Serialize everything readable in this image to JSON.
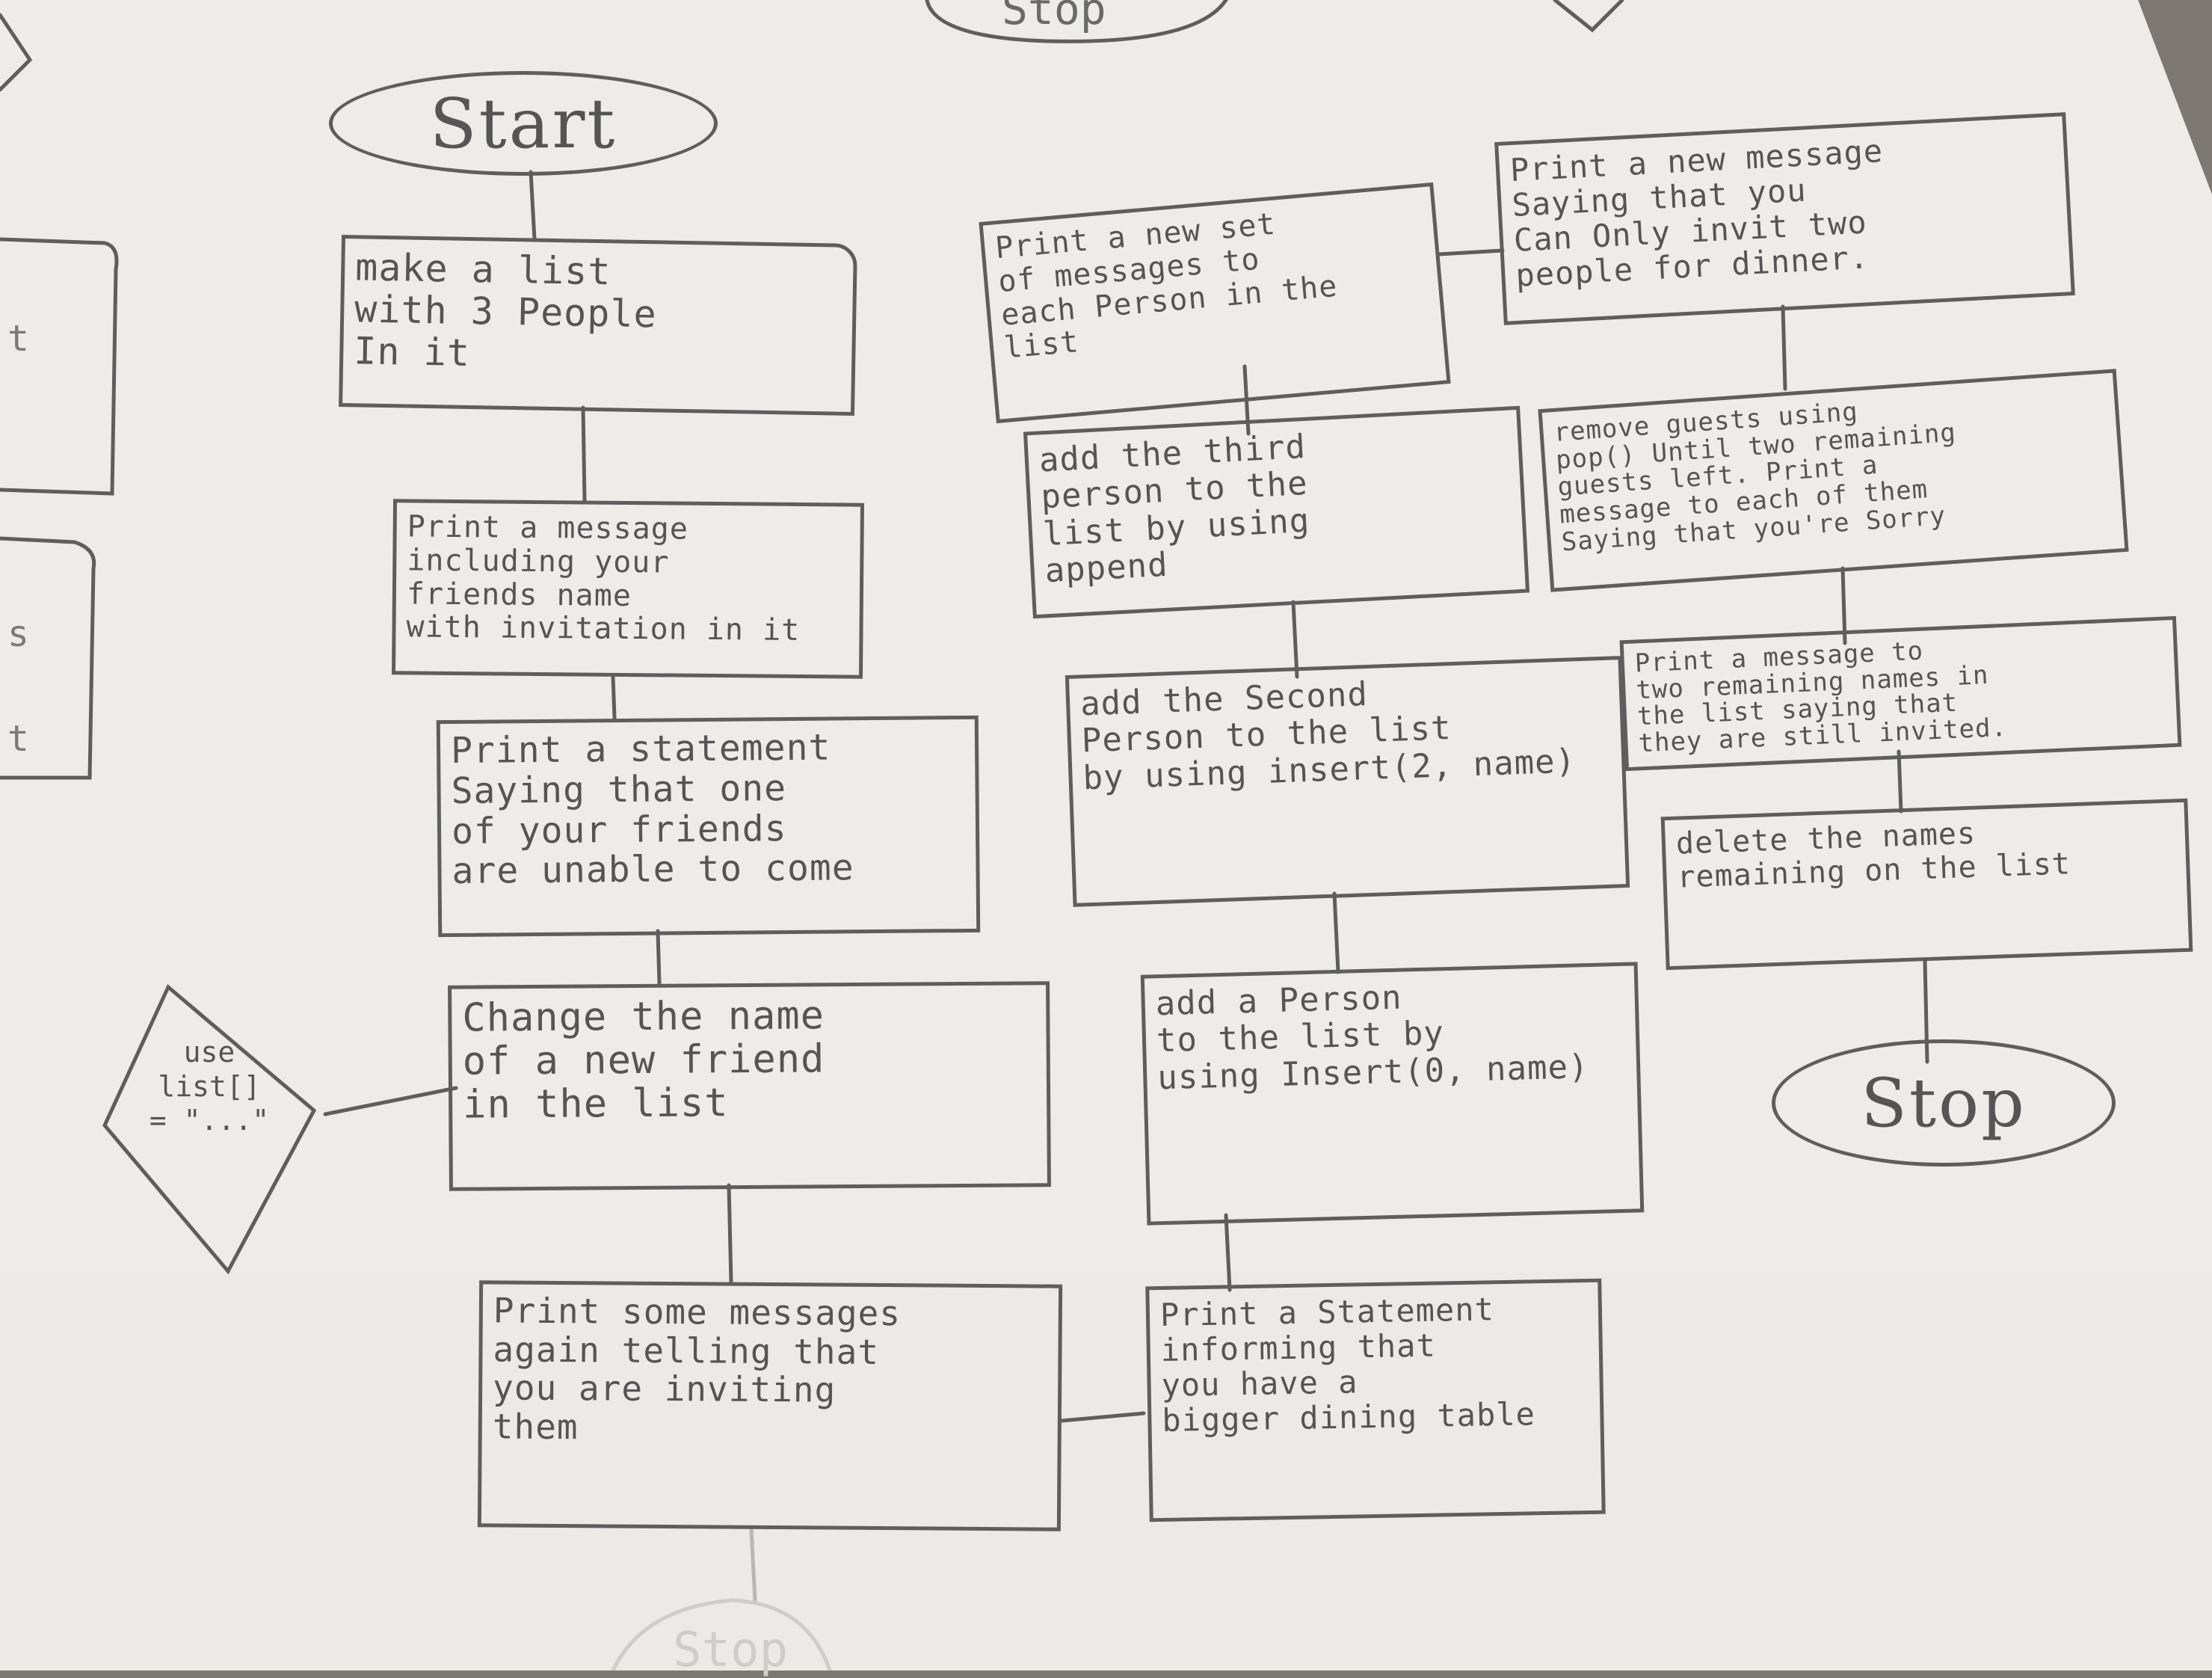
{
  "diagram": {
    "left_column": {
      "start": "Start",
      "steps": [
        "make a list\nwith 3 People\nIn it",
        "Print a message\nincluding your\nfriends name\nwith invitation in it",
        "Print a statement\nSaying that one\nof your friends\nare unable to come",
        "Change the name\nof a new friend\nin the list",
        "Print some messages\nagain telling that\nyou are inviting\nthem"
      ],
      "decision": "use\nlist[]\n= \"...\""
    },
    "middle_column": {
      "steps": [
        "Print a new set\nof messages to\neach Person in the\nlist",
        "add the third\nperson to the\nlist by using\nappend",
        "add the Second\nPerson to the list\nby using insert(2, name)",
        "add a Person\nto the list by\nusing Insert(0, name)",
        "Print a Statement\ninforming that\nyou have a\nbigger dining table"
      ]
    },
    "right_column": {
      "steps": [
        "Print a new message\nSaying that you\nCan Only invit two\npeople for dinner.",
        "remove guests using\npop() Until two remaining\nguests left. Print a\nmessage to each of them\nSaying that you're Sorry",
        "Print a message to\ntwo remaining names in\nthe list saying that\nthey are still invited.",
        "delete the names\nremaining on the list"
      ],
      "stop": "Stop"
    },
    "top_fragment": "Stop",
    "left_edge_fragments": [
      "t",
      "s",
      "t"
    ],
    "faint_bottom_fragment": "Stop"
  },
  "colors": {
    "paper": "#f1efec",
    "pencil": "#5e5e5e",
    "background": "#7d7873"
  }
}
